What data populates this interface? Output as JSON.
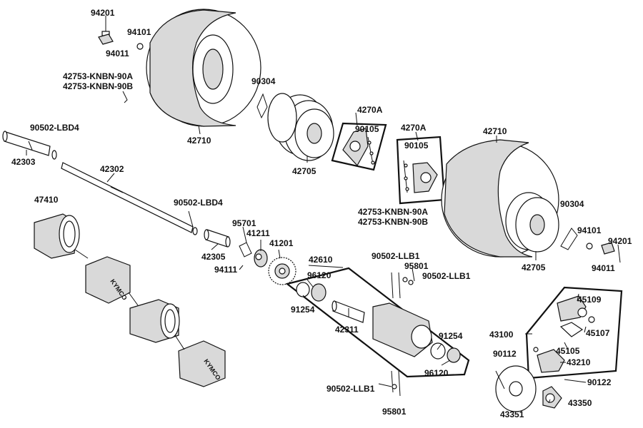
{
  "labels": {
    "p94201_a": "94201",
    "p94101_a": "94101",
    "p94011_a": "94011",
    "p42753a_a": "42753-KNBN-90A",
    "p42753b_a": "42753-KNBN-90B",
    "p42710_a": "42710",
    "p90304_a": "90304",
    "p42705_a": "42705",
    "p4270a_a": "4270A",
    "p90105_a": "90105",
    "p4270a_b": "4270A",
    "p90105_b": "90105",
    "p42710_b": "42710",
    "p90502lbd4_a": "90502-LBD4",
    "p42303": "42303",
    "p42302": "42302",
    "p47410": "47410",
    "p90502lbd4_b": "90502-LBD4",
    "p42305": "42305",
    "p95701": "95701",
    "p41211": "41211",
    "p41201": "41201",
    "p94111": "94111",
    "p42610": "42610",
    "p90502llb1_a": "90502-LLB1",
    "p95801_a": "95801",
    "p90502llb1_b": "90502-LLB1",
    "p96120_a": "96120",
    "p91254_a": "91254",
    "p42311": "42311",
    "p91254_b": "91254",
    "p96120_b": "96120",
    "p90502llb1_c": "90502-LLB1",
    "p95801_b": "95801",
    "p42753a_b": "42753-KNBN-90A",
    "p42753b_b": "42753-KNBN-90B",
    "p90304_b": "90304",
    "p94101_b": "94101",
    "p94201_b": "94201",
    "p42705_b": "42705",
    "p94011_b": "94011",
    "p45109": "45109",
    "p45107": "45107",
    "p43100": "43100",
    "p45105": "45105",
    "p90112": "90112",
    "p43210": "43210",
    "p90122": "90122",
    "p43350": "43350",
    "p43351": "43351"
  },
  "logo": "KYMCO",
  "icons": [
    "tire",
    "wheel-rim",
    "hub",
    "axle",
    "sprocket",
    "brake-disc",
    "caliper",
    "protector-cover"
  ],
  "colors": {
    "line": "#111111",
    "background": "#ffffff"
  }
}
